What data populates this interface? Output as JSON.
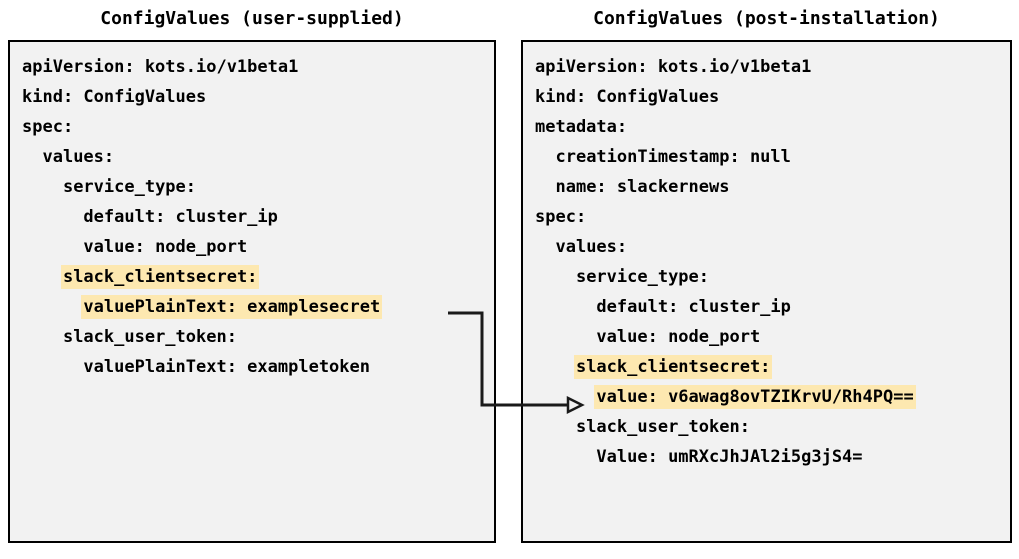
{
  "diagram": {
    "type": "yaml-comparison-with-arrow",
    "highlight_color": "#fde8b0",
    "panel_bg_color": "#f2f2f2",
    "panel_border_color": "#000000",
    "text_color": "#000000"
  },
  "left_panel": {
    "title": "ConfigValues (user-supplied)",
    "lines": [
      {
        "text": "apiVersion: kots.io/v1beta1",
        "indent": 0,
        "highlight": false
      },
      {
        "text": "kind: ConfigValues",
        "indent": 0,
        "highlight": false
      },
      {
        "text": "spec:",
        "indent": 0,
        "highlight": false
      },
      {
        "text": "values:",
        "indent": 1,
        "highlight": false
      },
      {
        "text": "service_type:",
        "indent": 2,
        "highlight": false
      },
      {
        "text": "default: cluster_ip",
        "indent": 3,
        "highlight": false
      },
      {
        "text": "value: node_port",
        "indent": 3,
        "highlight": false
      },
      {
        "text": "slack_clientsecret:",
        "indent": 2,
        "highlight": true
      },
      {
        "text": "valuePlainText: examplesecret",
        "indent": 3,
        "highlight": true
      },
      {
        "text": "slack_user_token:",
        "indent": 2,
        "highlight": false
      },
      {
        "text": "valuePlainText: exampletoken",
        "indent": 3,
        "highlight": false
      }
    ]
  },
  "right_panel": {
    "title": "ConfigValues (post-installation)",
    "lines": [
      {
        "text": "apiVersion: kots.io/v1beta1",
        "indent": 0,
        "highlight": false
      },
      {
        "text": "kind: ConfigValues",
        "indent": 0,
        "highlight": false
      },
      {
        "text": "metadata:",
        "indent": 0,
        "highlight": false
      },
      {
        "text": "creationTimestamp: null",
        "indent": 1,
        "highlight": false
      },
      {
        "text": "name: slackernews",
        "indent": 1,
        "highlight": false
      },
      {
        "text": "spec:",
        "indent": 0,
        "highlight": false
      },
      {
        "text": "values:",
        "indent": 1,
        "highlight": false
      },
      {
        "text": "service_type:",
        "indent": 2,
        "highlight": false
      },
      {
        "text": "default: cluster_ip",
        "indent": 3,
        "highlight": false
      },
      {
        "text": "value: node_port",
        "indent": 3,
        "highlight": false
      },
      {
        "text": "slack_clientsecret:",
        "indent": 2,
        "highlight": true
      },
      {
        "text": "value: v6awag8ovTZIKrvU/Rh4PQ==",
        "indent": 3,
        "highlight": true
      },
      {
        "text": "slack_user_token:",
        "indent": 2,
        "highlight": false
      },
      {
        "text": "Value: umRXcJhJAl2i5g3jS4=",
        "indent": 3,
        "highlight": false
      }
    ]
  },
  "connector": {
    "label": "",
    "from": "left_panel.lines.8",
    "to": "right_panel.lines.11"
  }
}
